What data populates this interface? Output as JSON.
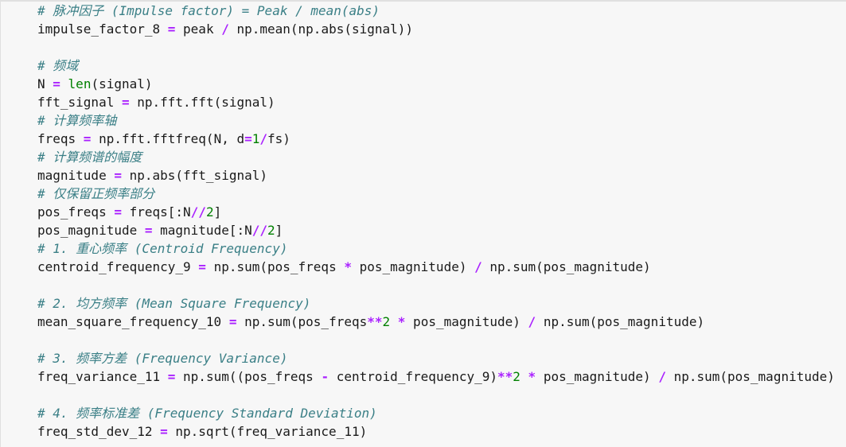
{
  "lines": [
    [
      {
        "t": "# 脉冲因子 (Impulse factor) = Peak / mean(abs)",
        "k": "c"
      }
    ],
    [
      {
        "t": "impulse_factor_8 "
      },
      {
        "t": "=",
        "k": "op"
      },
      {
        "t": " peak "
      },
      {
        "t": "/",
        "k": "op"
      },
      {
        "t": " np.mean(np.abs(signal))"
      }
    ],
    [],
    [
      {
        "t": "# 频域",
        "k": "c"
      }
    ],
    [
      {
        "t": "N "
      },
      {
        "t": "=",
        "k": "op"
      },
      {
        "t": " "
      },
      {
        "t": "len",
        "k": "bi"
      },
      {
        "t": "(signal)"
      }
    ],
    [
      {
        "t": "fft_signal "
      },
      {
        "t": "=",
        "k": "op"
      },
      {
        "t": " np.fft.fft(signal)"
      }
    ],
    [
      {
        "t": "# 计算频率轴",
        "k": "c"
      }
    ],
    [
      {
        "t": "freqs "
      },
      {
        "t": "=",
        "k": "op"
      },
      {
        "t": " np.fft.fftfreq(N, d"
      },
      {
        "t": "=",
        "k": "op"
      },
      {
        "t": "1",
        "k": "num"
      },
      {
        "t": "/",
        "k": "op"
      },
      {
        "t": "fs)"
      }
    ],
    [
      {
        "t": "# 计算频谱的幅度",
        "k": "c"
      }
    ],
    [
      {
        "t": "magnitude "
      },
      {
        "t": "=",
        "k": "op"
      },
      {
        "t": " np.abs(fft_signal)"
      }
    ],
    [
      {
        "t": "# 仅保留正频率部分",
        "k": "c"
      }
    ],
    [
      {
        "t": "pos_freqs "
      },
      {
        "t": "=",
        "k": "op"
      },
      {
        "t": " freqs[:N"
      },
      {
        "t": "//",
        "k": "op"
      },
      {
        "t": "2",
        "k": "num"
      },
      {
        "t": "]"
      }
    ],
    [
      {
        "t": "pos_magnitude "
      },
      {
        "t": "=",
        "k": "op"
      },
      {
        "t": " magnitude[:N"
      },
      {
        "t": "//",
        "k": "op"
      },
      {
        "t": "2",
        "k": "num"
      },
      {
        "t": "]"
      }
    ],
    [
      {
        "t": "# 1. 重心频率 (Centroid Frequency)",
        "k": "c"
      }
    ],
    [
      {
        "t": "centroid_frequency_9 "
      },
      {
        "t": "=",
        "k": "op"
      },
      {
        "t": " np.sum(pos_freqs "
      },
      {
        "t": "*",
        "k": "op"
      },
      {
        "t": " pos_magnitude) "
      },
      {
        "t": "/",
        "k": "op"
      },
      {
        "t": " np.sum(pos_magnitude)"
      }
    ],
    [],
    [
      {
        "t": "# 2. 均方频率 (Mean Square Frequency)",
        "k": "c"
      }
    ],
    [
      {
        "t": "mean_square_frequency_10 "
      },
      {
        "t": "=",
        "k": "op"
      },
      {
        "t": " np.sum(pos_freqs"
      },
      {
        "t": "**",
        "k": "op"
      },
      {
        "t": "2",
        "k": "num"
      },
      {
        "t": " "
      },
      {
        "t": "*",
        "k": "op"
      },
      {
        "t": " pos_magnitude) "
      },
      {
        "t": "/",
        "k": "op"
      },
      {
        "t": " np.sum(pos_magnitude)"
      }
    ],
    [],
    [
      {
        "t": "# 3. 频率方差 (Frequency Variance)",
        "k": "c"
      }
    ],
    [
      {
        "t": "freq_variance_11 "
      },
      {
        "t": "=",
        "k": "op"
      },
      {
        "t": " np.sum((pos_freqs "
      },
      {
        "t": "-",
        "k": "op"
      },
      {
        "t": " centroid_frequency_9)"
      },
      {
        "t": "**",
        "k": "op"
      },
      {
        "t": "2",
        "k": "num"
      },
      {
        "t": " "
      },
      {
        "t": "*",
        "k": "op"
      },
      {
        "t": " pos_magnitude) "
      },
      {
        "t": "/",
        "k": "op"
      },
      {
        "t": " np.sum(pos_magnitude)"
      }
    ],
    [],
    [
      {
        "t": "# 4. 频率标准差 (Frequency Standard Deviation)",
        "k": "c"
      }
    ],
    [
      {
        "t": "freq_std_dev_12 "
      },
      {
        "t": "=",
        "k": "op"
      },
      {
        "t": " np.sqrt(freq_variance_11)"
      }
    ]
  ],
  "colors": {
    "comment": "#3a7f86",
    "operator": "#aa22ff",
    "number": "#008000",
    "builtin": "#008000",
    "text": "#1a1a1a",
    "cell_background": "#f7f7f7"
  }
}
